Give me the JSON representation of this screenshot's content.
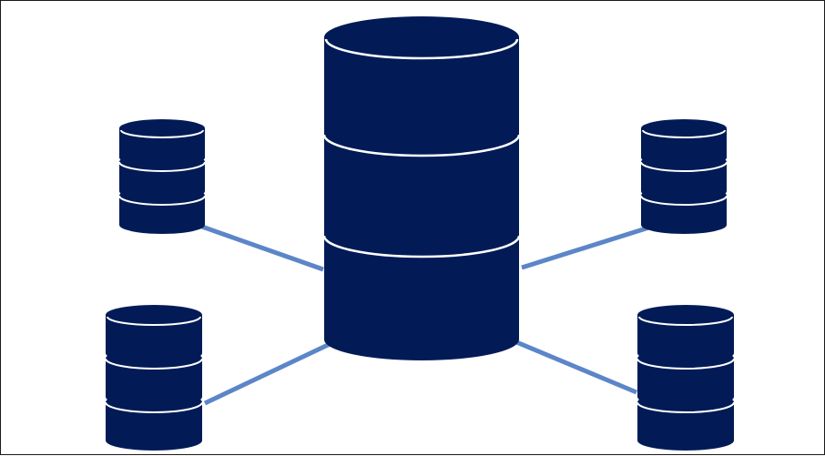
{
  "diagram": {
    "colors": {
      "database_fill": "#021b57",
      "separator": "#ffffff",
      "connector": "#5b86c8",
      "frame": "#1a1a1a",
      "background": "#ffffff"
    },
    "nodes": [
      {
        "id": "central-database",
        "icon": "database-icon",
        "segments": 3
      },
      {
        "id": "top-left-database",
        "icon": "database-icon",
        "segments": 3
      },
      {
        "id": "top-right-database",
        "icon": "database-icon",
        "segments": 3
      },
      {
        "id": "bottom-left-database",
        "icon": "database-icon",
        "segments": 3
      },
      {
        "id": "bottom-right-database",
        "icon": "database-icon",
        "segments": 3
      }
    ],
    "edges": [
      {
        "from": "central-database",
        "to": "top-left-database"
      },
      {
        "from": "central-database",
        "to": "top-right-database"
      },
      {
        "from": "central-database",
        "to": "bottom-left-database"
      },
      {
        "from": "central-database",
        "to": "bottom-right-database"
      }
    ]
  }
}
